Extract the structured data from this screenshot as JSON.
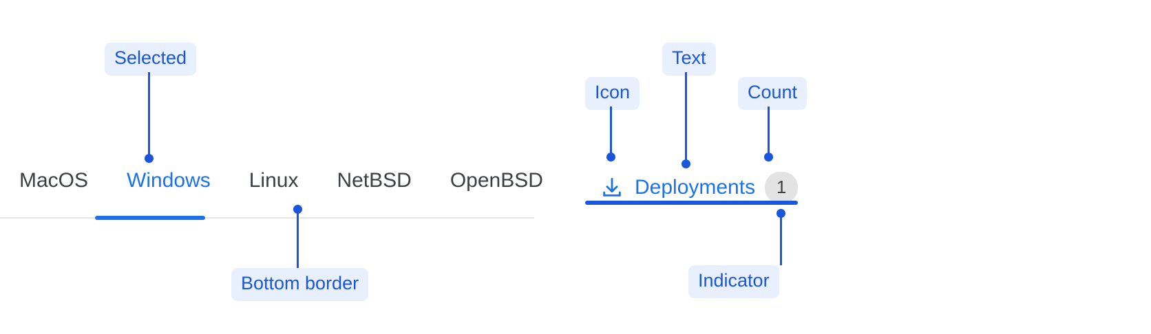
{
  "left_tabs": {
    "items": [
      {
        "label": "MacOS",
        "selected": false
      },
      {
        "label": "Windows",
        "selected": true
      },
      {
        "label": "Linux",
        "selected": false
      },
      {
        "label": "NetBSD",
        "selected": false
      },
      {
        "label": "OpenBSD",
        "selected": false
      }
    ],
    "annotations": {
      "selected": "Selected",
      "bottom_border": "Bottom border"
    }
  },
  "right_tab": {
    "icon": "download-icon",
    "label": "Deployments",
    "count": "1",
    "annotations": {
      "icon": "Icon",
      "text": "Text",
      "count": "Count",
      "indicator": "Indicator"
    }
  },
  "colors": {
    "accent_blue": "#1A73E8",
    "annotation_blue": "#1A56DB",
    "annotation_bg": "#E8F0FE",
    "text_dark": "#3C4043",
    "divider": "#E4E6E9",
    "badge_bg": "#E3E3E4"
  }
}
